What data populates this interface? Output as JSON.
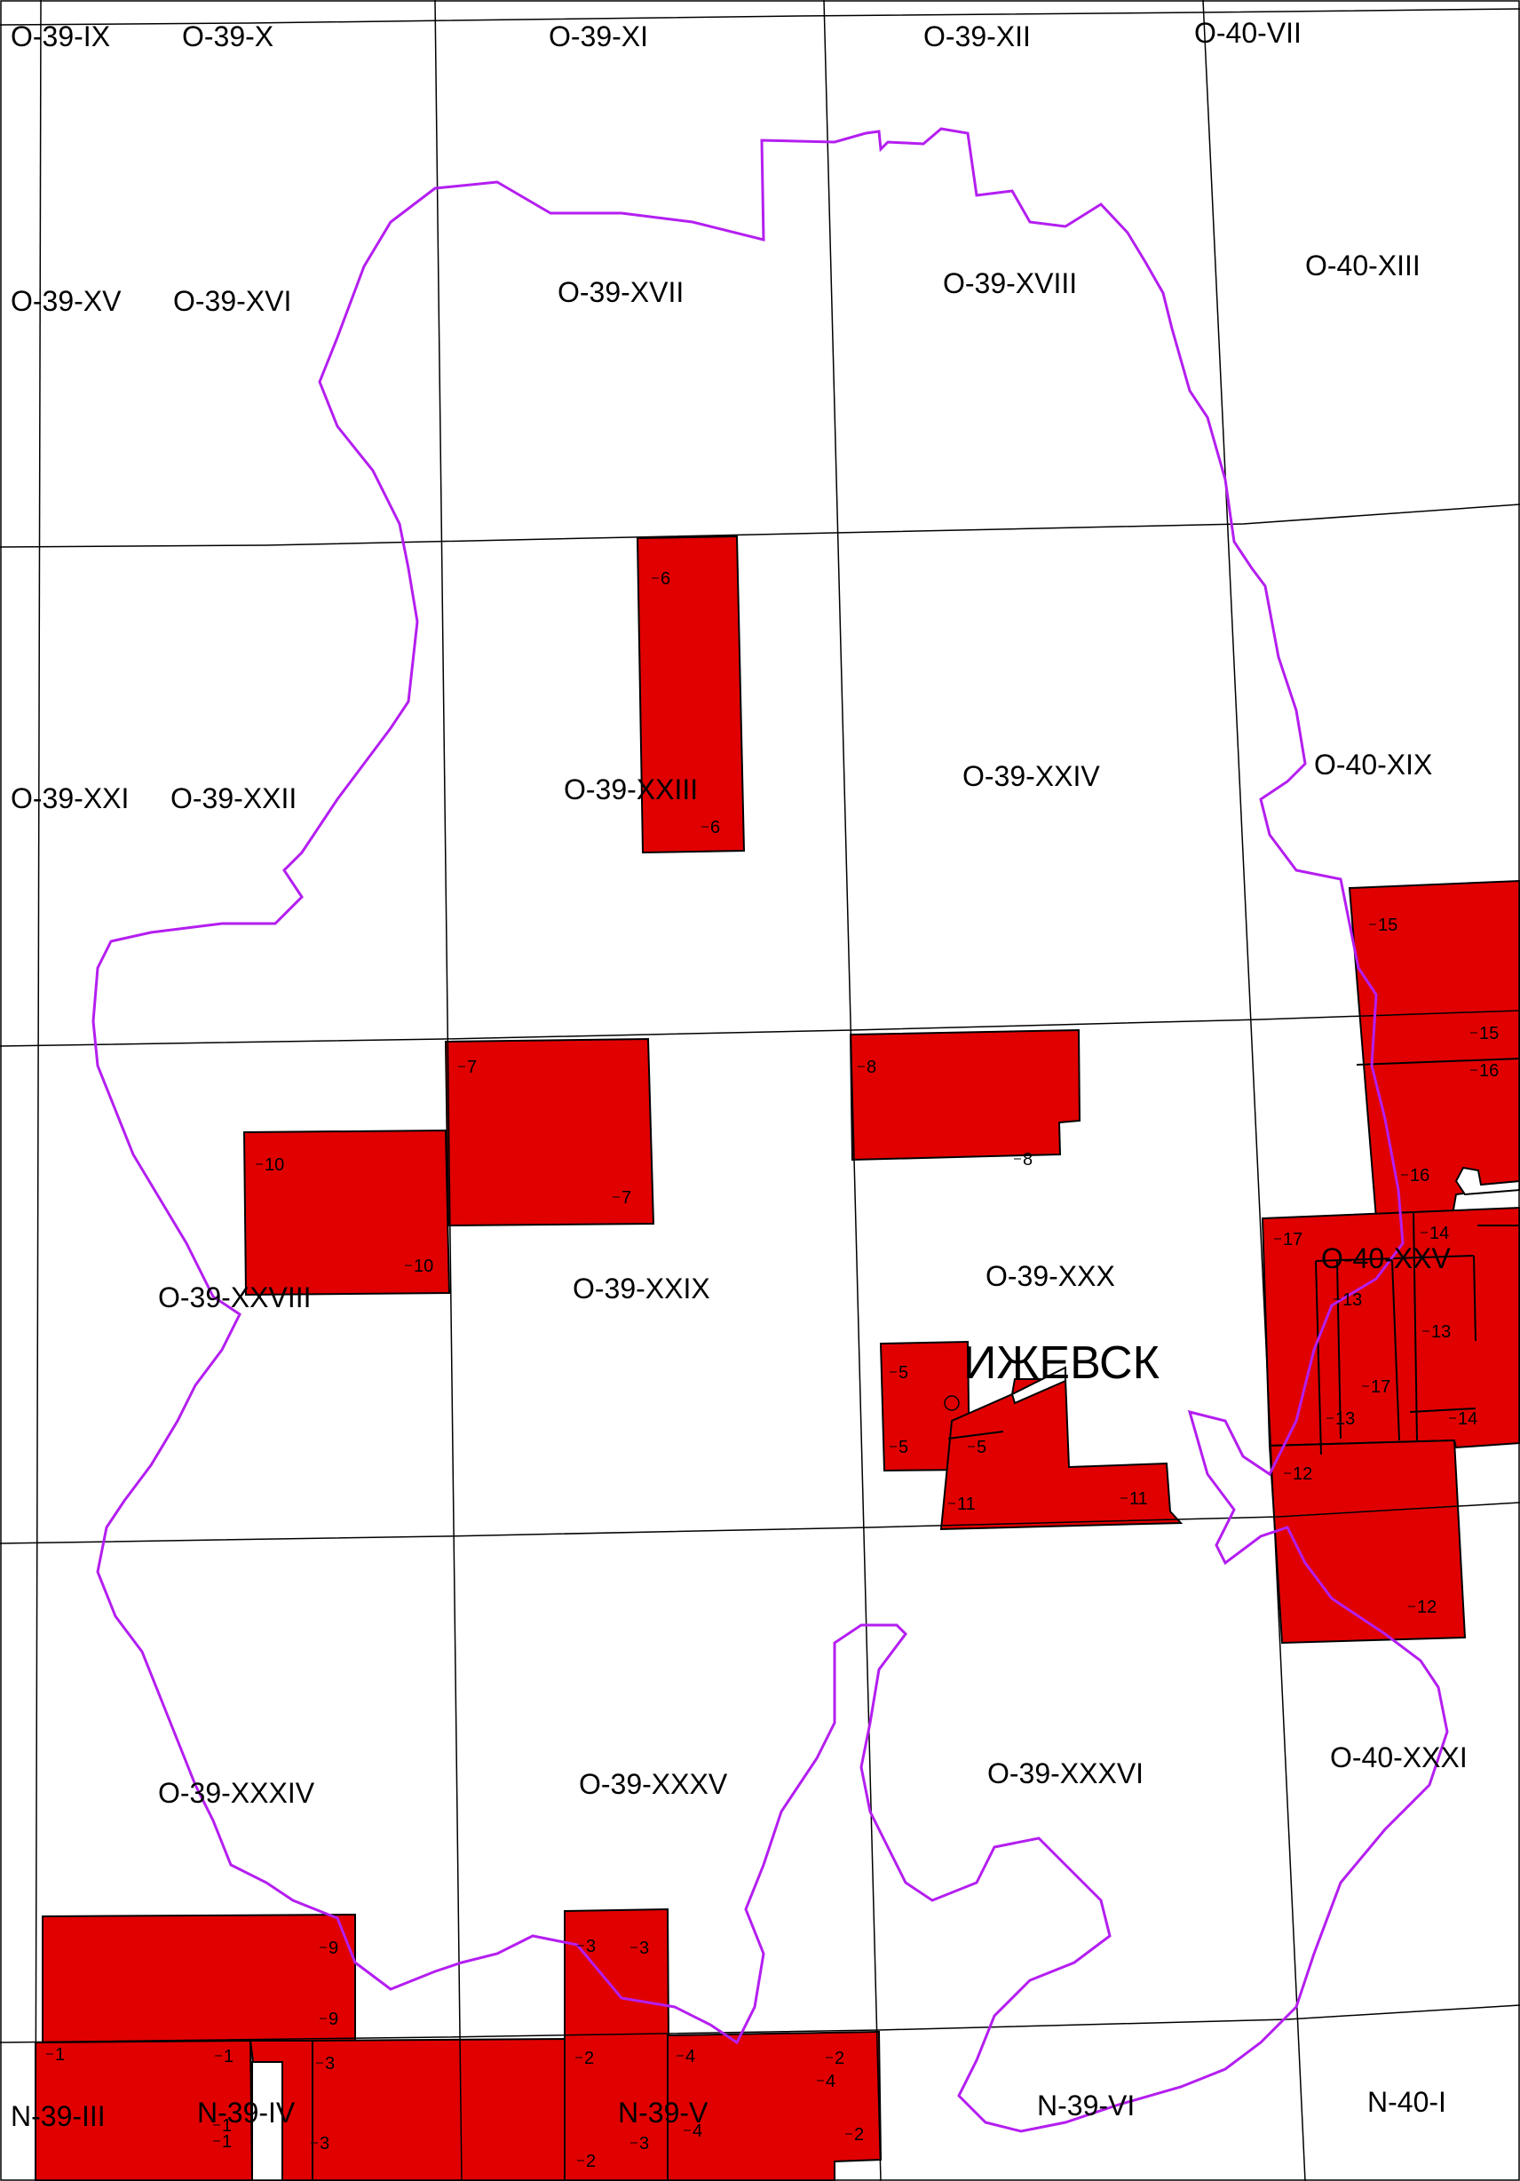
{
  "colors": {
    "area_fill": "#e10000",
    "boundary": "#b41ef0",
    "grid": "#000000",
    "background": "#ffffff"
  },
  "city": {
    "name": "ИЖЕВСК"
  },
  "sheet_labels": [
    "O-39-IX",
    "O-39-X",
    "O-39-XI",
    "O-39-XII",
    "O-40-VII",
    "O-39-XV",
    "O-39-XVI",
    "O-39-XVII",
    "O-39-XVIII",
    "O-40-XIII",
    "O-39-XXI",
    "O-39-XXII",
    "O-39-XXIII",
    "O-39-XXIV",
    "O-40-XIX",
    "O-39-XXVIII",
    "O-39-XXIX",
    "O-39-XXX",
    "O-40-XXV",
    "O-39-XXXIV",
    "O-39-XXXV",
    "O-39-XXXVI",
    "O-40-XXXI",
    "N-39-III",
    "N-39-IV",
    "N-39-V",
    "N-39-VI",
    "N-40-I"
  ],
  "area_numbers": [
    "6",
    "6",
    "7",
    "7",
    "8",
    "8",
    "10",
    "10",
    "15",
    "15",
    "16",
    "16",
    "17",
    "14",
    "13",
    "13",
    "17",
    "13",
    "14",
    "5",
    "5",
    "5",
    "11",
    "11",
    "12",
    "12",
    "9",
    "9",
    "1",
    "1",
    "1",
    "1",
    "3",
    "3",
    "3",
    "3",
    "3",
    "2",
    "2",
    "4",
    "4",
    "4",
    "2",
    "2"
  ]
}
